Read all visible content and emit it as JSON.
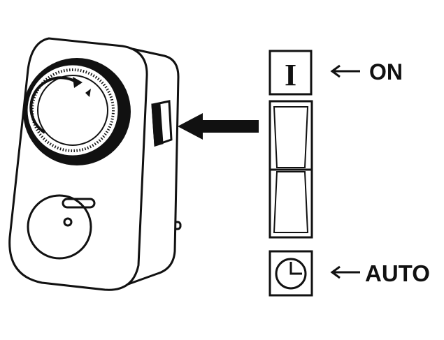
{
  "labels": {
    "on_symbol": "I",
    "on": "ON",
    "auto": "AUTO"
  },
  "colors": {
    "ink": "#111111",
    "background": "#ffffff"
  },
  "icons": [
    "timer-dial-icon",
    "switch-on-icon",
    "clock-icon",
    "arrow-left-icon"
  ]
}
